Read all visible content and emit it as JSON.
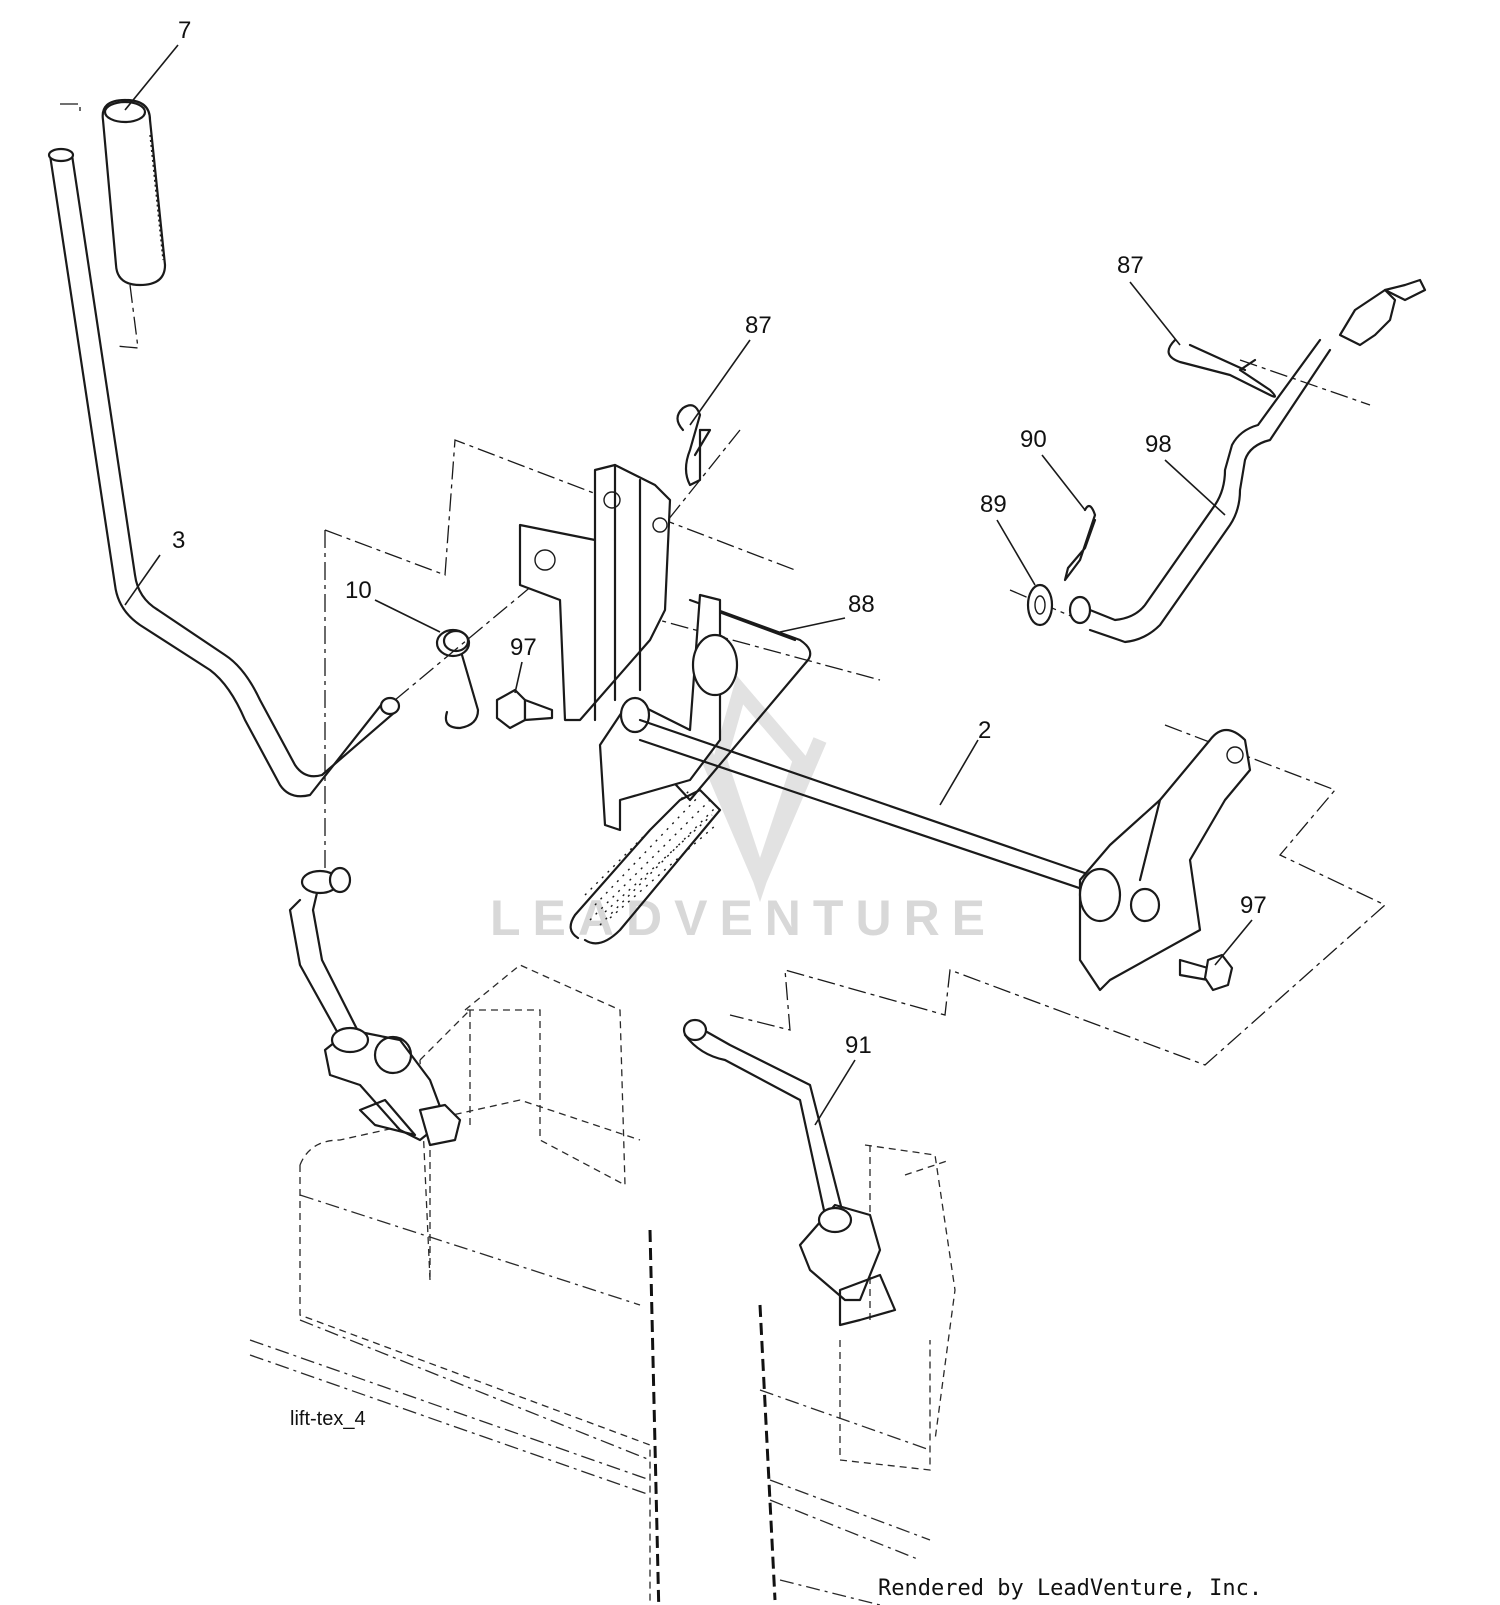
{
  "diagram": {
    "callouts": [
      {
        "id": "c7",
        "label": "7"
      },
      {
        "id": "c3",
        "label": "3"
      },
      {
        "id": "c10",
        "label": "10"
      },
      {
        "id": "c97a",
        "label": "97"
      },
      {
        "id": "c87a",
        "label": "87"
      },
      {
        "id": "c88",
        "label": "88"
      },
      {
        "id": "c87b",
        "label": "87"
      },
      {
        "id": "c90",
        "label": "90"
      },
      {
        "id": "c98",
        "label": "98"
      },
      {
        "id": "c89",
        "label": "89"
      },
      {
        "id": "c2",
        "label": "2"
      },
      {
        "id": "c97b",
        "label": "97"
      },
      {
        "id": "c91",
        "label": "91"
      }
    ],
    "figure_id": "lift-tex_4",
    "watermark": "LEADVENTURE",
    "render_credit": "Rendered by LeadVenture, Inc."
  }
}
